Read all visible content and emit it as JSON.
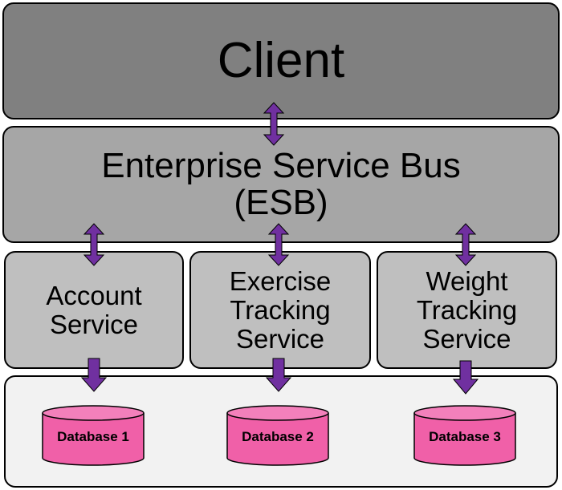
{
  "client": {
    "label": "Client"
  },
  "esb": {
    "line1": "Enterprise Service Bus",
    "line2": "(ESB)"
  },
  "services": [
    {
      "lines": [
        "Account",
        "Service"
      ]
    },
    {
      "lines": [
        "Exercise",
        "Tracking",
        "Service"
      ]
    },
    {
      "lines": [
        "Weight",
        "Tracking",
        "Service"
      ]
    }
  ],
  "databases": [
    {
      "label": "Database 1"
    },
    {
      "label": "Database 2"
    },
    {
      "label": "Database 3"
    }
  ],
  "colors": {
    "client": "#808080",
    "esb": "#a6a6a6",
    "service": "#bfbfbf",
    "database_area": "#f2f2f2",
    "database": "#f060a8",
    "arrow": "#7030a0"
  }
}
